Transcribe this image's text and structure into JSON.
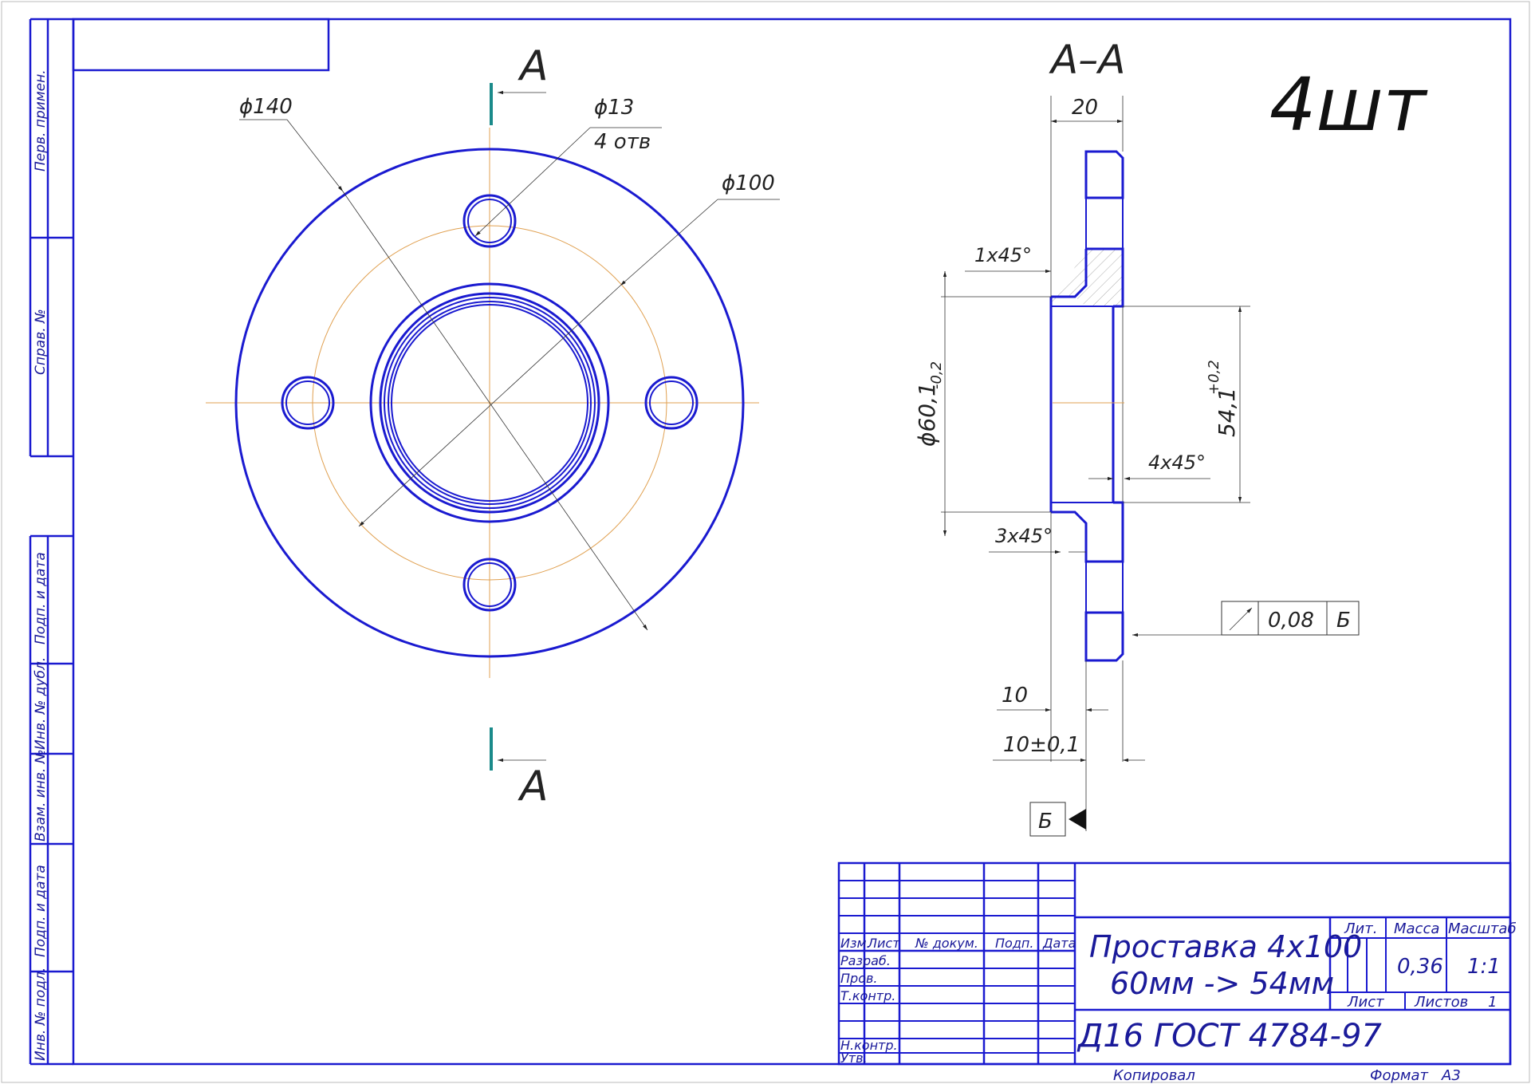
{
  "quantity_note": "4шт",
  "section_marks": {
    "top": "A",
    "bottom": "A",
    "section_title": "A–A"
  },
  "front_view": {
    "dia_outer": "ϕ140",
    "dia_hole": "ϕ13",
    "hole_count": "4 отв",
    "dia_pcd": "ϕ100"
  },
  "section_view": {
    "width": "20",
    "chamfer_top": "1x45°",
    "chamfer_inner": "4x45°",
    "chamfer_bottom": "3x45°",
    "dia_outer_spigot": "ϕ60,1",
    "dia_outer_spigot_tol": "-0,2",
    "dia_inner": "54,1",
    "dia_inner_tol": "+0,2",
    "runout_value": "0,08",
    "runout_datum": "Б",
    "dim_10": "10",
    "dim_10_tol": "10±0,1",
    "datum_label": "Б"
  },
  "side_stamps": [
    "Перв. примен.",
    "Справ. №",
    "Подп. и дата",
    "Инв. № дубл.",
    "Взам. инв. №",
    "Подп. и дата",
    "Инв. № подл."
  ],
  "title_block": {
    "header_cols": [
      "Изм.",
      "Лист",
      "№ докум.",
      "Подп.",
      "Дата"
    ],
    "roles": [
      "Разраб.",
      "Пров.",
      "Т.контр.",
      "Н.контр.",
      "Утв."
    ],
    "name_line1": "Проставка 4x100",
    "name_line2": "60мм -> 54мм",
    "material": "Д16  ГОСТ 4784-97",
    "lit_label": "Лит.",
    "mass_label": "Масса",
    "scale_label": "Масштаб",
    "mass_value": "0,36",
    "scale_value": "1:1",
    "sheet_label": "Лист",
    "sheets_label": "Листов",
    "sheets_value": "1",
    "copied_label": "Копировал",
    "format_label": "Формат",
    "format_value": "А3"
  }
}
